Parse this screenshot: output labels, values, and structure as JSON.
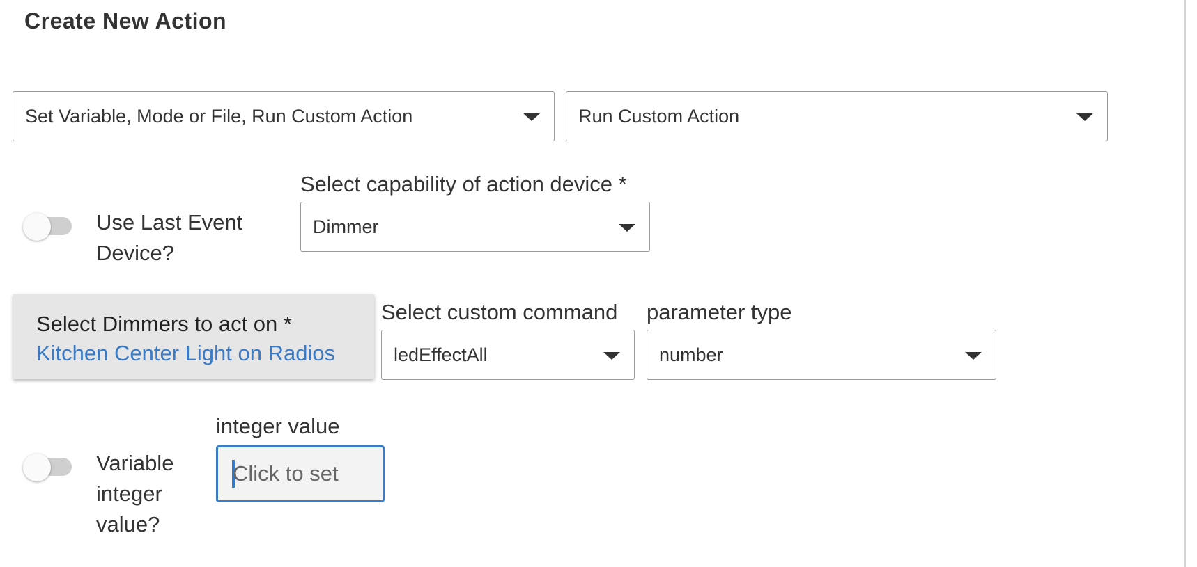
{
  "page": {
    "title": "Create New Action"
  },
  "action_category": {
    "value": "Set Variable, Mode or File, Run Custom Action"
  },
  "action_type": {
    "value": "Run Custom Action"
  },
  "use_last_event_device": {
    "label": "Use Last Event Device?",
    "on": false
  },
  "capability": {
    "label": "Select capability of action device *",
    "value": "Dimmer"
  },
  "devices": {
    "label": "Select Dimmers to act on *",
    "value": "Kitchen Center Light on Radios"
  },
  "custom_command": {
    "label": "Select custom command",
    "value": "ledEffectAll"
  },
  "parameter_type": {
    "label": "parameter type",
    "value": "number"
  },
  "variable_integer": {
    "label": "Variable integer value?",
    "on": false
  },
  "integer_value": {
    "label": "integer value",
    "placeholder": "Click to set"
  },
  "colors": {
    "accent": "#3a7bc8",
    "toggle_track": "#cfcfcf",
    "card_bg": "#e6e6e6"
  }
}
